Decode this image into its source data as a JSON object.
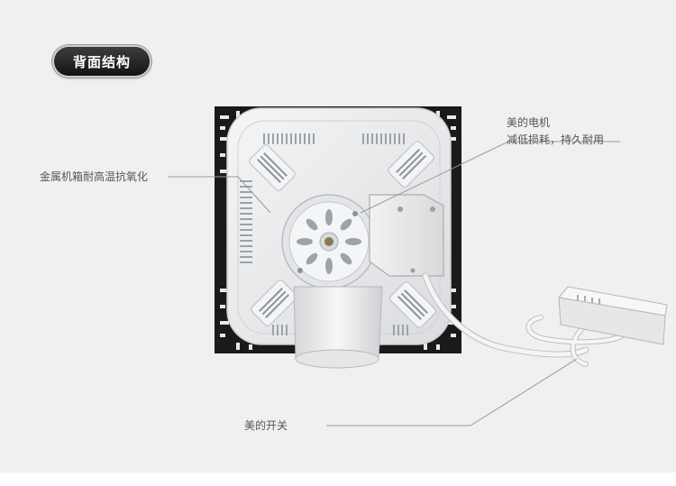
{
  "section": {
    "title": "背面结构"
  },
  "callouts": {
    "housing": "金属机箱耐高温抗氧化",
    "motor_line1": "美的电机",
    "motor_line2": "减低损耗，持久耐用",
    "switch": "美的开关"
  },
  "colors": {
    "background": "#f0f0f0",
    "badge": "#222222",
    "housing_frame": "#1a1a1a",
    "housing_cover": "#e9ebed",
    "leader_line": "#999999"
  }
}
